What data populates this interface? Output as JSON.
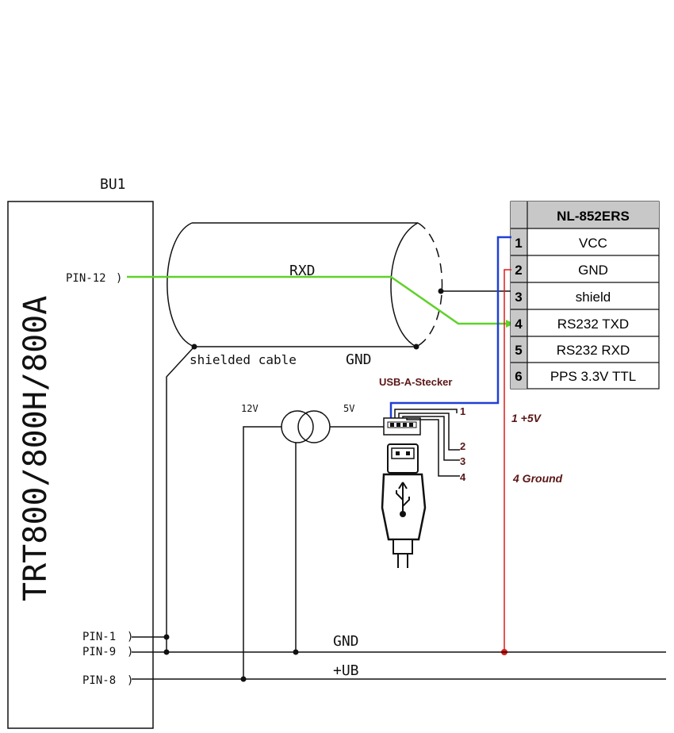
{
  "device": {
    "ref": "BU1",
    "name": "TRT800/800H/800A",
    "pins": {
      "pin12": "PIN-12",
      "pin1": "PIN-1",
      "pin9": "PIN-9",
      "pin8": "PIN-8"
    }
  },
  "cable": {
    "rxd_label": "RXD",
    "shield_label": "shielded cable",
    "gnd_label": "GND"
  },
  "converter": {
    "input_label": "12V",
    "output_label": "5V"
  },
  "usb": {
    "title": "USB-A-Stecker",
    "pins": [
      "1",
      "2",
      "3",
      "4"
    ],
    "note_vcc": "1 +5V",
    "note_gnd": "4 Ground"
  },
  "gps_table": {
    "header": "NL-852ERS",
    "rows": [
      {
        "num": "1",
        "label": "VCC"
      },
      {
        "num": "2",
        "label": "GND"
      },
      {
        "num": "3",
        "label": "shield"
      },
      {
        "num": "4",
        "label": "RS232 TXD"
      },
      {
        "num": "5",
        "label": "RS232 RXD"
      },
      {
        "num": "6",
        "label": "PPS 3.3V TTL"
      }
    ]
  },
  "bus": {
    "gnd_label": "GND",
    "ub_label": "+UB"
  },
  "colors": {
    "rxd_wire": "#5fd12a",
    "vcc_wire": "#1f3fd6",
    "gnd_wire": "#e01818",
    "table_header_bg": "#c8c8c8"
  }
}
